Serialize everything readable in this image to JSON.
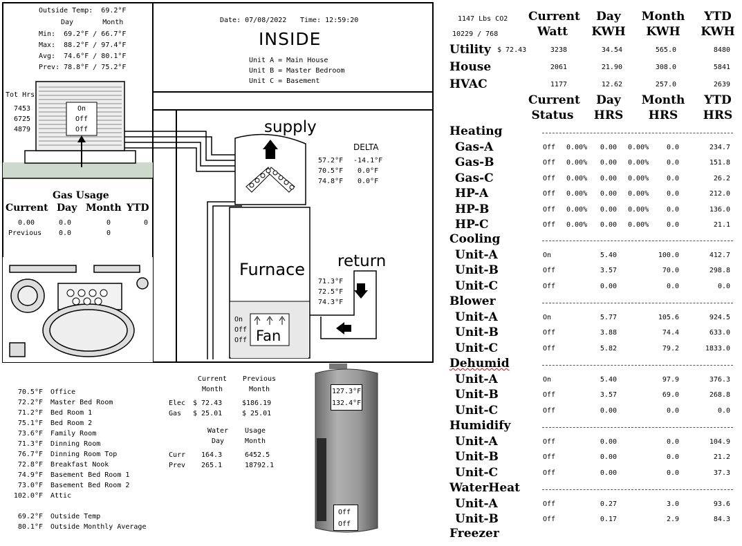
{
  "outside": {
    "temp_line": "Outside Temp:  69.2°F",
    "header": "Day       Month",
    "min": "Min:  69.2°F / 66.7°F",
    "max": "Max:  88.2°F / 97.4°F",
    "avg": "Avg:  74.6°F / 80.1°F",
    "prev": "Prev: 78.8°F / 75.2°F"
  },
  "ac_unit": {
    "tot_hrs_label": "Tot Hrs",
    "hours": [
      "7453",
      "6725",
      "4879"
    ],
    "states": [
      "On",
      "Off",
      "Off"
    ]
  },
  "datetime": {
    "date": "Date: 07/08/2022",
    "time": "Time: 12:59:20"
  },
  "inside": {
    "title": "INSIDE",
    "units": [
      "Unit A = Main House",
      "Unit B = Master Bedroom",
      "Unit C = Basement"
    ]
  },
  "furnace": {
    "supply_label": "supply",
    "return_label": "return",
    "furnace_label": "Furnace",
    "fan_label": "Fan",
    "delta_label": "DELTA",
    "supply_temps": [
      "57.2°F",
      "70.5°F",
      "74.8°F"
    ],
    "deltas": [
      "-14.1°F",
      "0.0°F",
      "0.0°F"
    ],
    "return_temps": [
      "71.3°F",
      "72.5°F",
      "74.3°F"
    ],
    "fan_states": [
      "On",
      "Off",
      "Off"
    ]
  },
  "gas": {
    "title": "Gas Usage",
    "headers": [
      "Current",
      "Day",
      "Month",
      "YTD"
    ],
    "current_row": [
      "0.00",
      "0.0",
      "0",
      "0"
    ],
    "previous_row": [
      "Previous",
      "0.0",
      "0"
    ]
  },
  "rooms": [
    {
      "temp": "70.5°F",
      "name": "Office"
    },
    {
      "temp": "72.2°F",
      "name": "Master Bed Room"
    },
    {
      "temp": "71.2°F",
      "name": "Bed Room 1"
    },
    {
      "temp": "75.1°F",
      "name": "Bed Room 2"
    },
    {
      "temp": "73.6°F",
      "name": "Family Room"
    },
    {
      "temp": "71.3°F",
      "name": "Dinning Room"
    },
    {
      "temp": "76.7°F",
      "name": "Dinning Room Top"
    },
    {
      "temp": "72.8°F",
      "name": "Breakfast Nook"
    },
    {
      "temp": "74.9°F",
      "name": "Basement Bed Room 1"
    },
    {
      "temp": "73.0°F",
      "name": "Basement Bed Room 2"
    },
    {
      "temp": "102.0°F",
      "name": "Attic"
    }
  ],
  "outside_summary": [
    {
      "temp": "69.2°F",
      "name": "Outside Temp"
    },
    {
      "temp": "80.1°F",
      "name": "Outside Monthly Average"
    }
  ],
  "costs": {
    "current_month_header": [
      "Current",
      "Month"
    ],
    "previous_month_header": [
      "Previous",
      "Month"
    ],
    "elec": {
      "label": "Elec",
      "current": "$ 72.43",
      "previous": "$186.19"
    },
    "gas": {
      "label": "Gas",
      "current": "$ 25.01",
      "previous": "$ 25.01"
    },
    "water_header": [
      "Water",
      "Day"
    ],
    "usage_header": [
      "Usage",
      "Month"
    ],
    "curr": {
      "label": "Curr",
      "day": "164.3",
      "month": "6452.5"
    },
    "prev": {
      "label": "Prev",
      "day": "265.1",
      "month": "18792.1"
    }
  },
  "water_heater": {
    "temps": [
      "127.3°F",
      "132.4°F"
    ],
    "states": [
      "Off",
      "Off"
    ]
  },
  "energy": {
    "co2": "1147 Lbs CO2",
    "ratio": "10229 / 768",
    "headers": [
      [
        "Current",
        "Watt"
      ],
      [
        "Day",
        "KWH"
      ],
      [
        "Month",
        "KWH"
      ],
      [
        "YTD",
        "KWH"
      ]
    ],
    "rows": [
      {
        "label": "Utility",
        "cost": "$ 72.43",
        "values": [
          "3238",
          "34.54",
          "565.0",
          "8480"
        ]
      },
      {
        "label": "House",
        "cost": "",
        "values": [
          "2061",
          "21.90",
          "308.0",
          "5841"
        ]
      },
      {
        "label": "HVAC",
        "cost": "",
        "values": [
          "1177",
          "12.62",
          "257.0",
          "2639"
        ]
      }
    ]
  },
  "status": {
    "headers": [
      [
        "Current",
        "Status"
      ],
      [
        "Day",
        "HRS"
      ],
      [
        "Month",
        "HRS"
      ],
      [
        "YTD",
        "HRS"
      ]
    ],
    "sections": [
      {
        "title": "Heating",
        "rows": [
          {
            "label": "Gas-A",
            "state": "Off",
            "p1": "0.00%",
            "day": "0.00",
            "p2": "0.00%",
            "month": "0.0",
            "ytd": "234.7"
          },
          {
            "label": "Gas-B",
            "state": "Off",
            "p1": "0.00%",
            "day": "0.00",
            "p2": "0.00%",
            "month": "0.0",
            "ytd": "151.8"
          },
          {
            "label": "Gas-C",
            "state": "Off",
            "p1": "0.00%",
            "day": "0.00",
            "p2": "0.00%",
            "month": "0.0",
            "ytd": "26.2"
          },
          {
            "label": "HP-A",
            "state": "Off",
            "p1": "0.00%",
            "day": "0.00",
            "p2": "0.00%",
            "month": "0.0",
            "ytd": "212.0"
          },
          {
            "label": "HP-B",
            "state": "Off",
            "p1": "0.00%",
            "day": "0.00",
            "p2": "0.00%",
            "month": "0.0",
            "ytd": "136.0"
          },
          {
            "label": "HP-C",
            "state": "Off",
            "p1": "0.00%",
            "day": "0.00",
            "p2": "0.00%",
            "month": "0.0",
            "ytd": "21.1"
          }
        ]
      },
      {
        "title": "Cooling",
        "rows": [
          {
            "label": "Unit-A",
            "state": "On",
            "day": "5.40",
            "month": "100.0",
            "ytd": "412.7"
          },
          {
            "label": "Unit-B",
            "state": "Off",
            "day": "3.57",
            "month": "70.0",
            "ytd": "298.8"
          },
          {
            "label": "Unit-C",
            "state": "Off",
            "day": "0.00",
            "month": "0.0",
            "ytd": "0.0"
          }
        ]
      },
      {
        "title": "Blower",
        "rows": [
          {
            "label": "Unit-A",
            "state": "On",
            "day": "5.77",
            "month": "105.6",
            "ytd": "924.5"
          },
          {
            "label": "Unit-B",
            "state": "Off",
            "day": "3.88",
            "month": "74.4",
            "ytd": "633.0"
          },
          {
            "label": "Unit-C",
            "state": "Off",
            "day": "5.82",
            "month": "79.2",
            "ytd": "1833.0"
          }
        ]
      },
      {
        "title": "Dehumid",
        "rows": [
          {
            "label": "Unit-A",
            "state": "On",
            "day": "5.40",
            "month": "97.9",
            "ytd": "376.3"
          },
          {
            "label": "Unit-B",
            "state": "Off",
            "day": "3.57",
            "month": "69.0",
            "ytd": "268.8"
          },
          {
            "label": "Unit-C",
            "state": "Off",
            "day": "0.00",
            "month": "0.0",
            "ytd": "0.0"
          }
        ]
      },
      {
        "title": "Humidify",
        "rows": [
          {
            "label": "Unit-A",
            "state": "Off",
            "day": "0.00",
            "month": "0.0",
            "ytd": "104.9"
          },
          {
            "label": "Unit-B",
            "state": "Off",
            "day": "0.00",
            "month": "0.0",
            "ytd": "21.2"
          },
          {
            "label": "Unit-C",
            "state": "Off",
            "day": "0.00",
            "month": "0.0",
            "ytd": "37.3"
          }
        ]
      },
      {
        "title": "WaterHeat",
        "rows": [
          {
            "label": "Unit-A",
            "state": "Off",
            "day": "0.27",
            "month": "3.0",
            "ytd": "93.6"
          },
          {
            "label": "Unit-B",
            "state": "Off",
            "day": "0.17",
            "month": "2.9",
            "ytd": "84.3"
          }
        ]
      },
      {
        "title": "Freezer",
        "rows": []
      }
    ]
  }
}
